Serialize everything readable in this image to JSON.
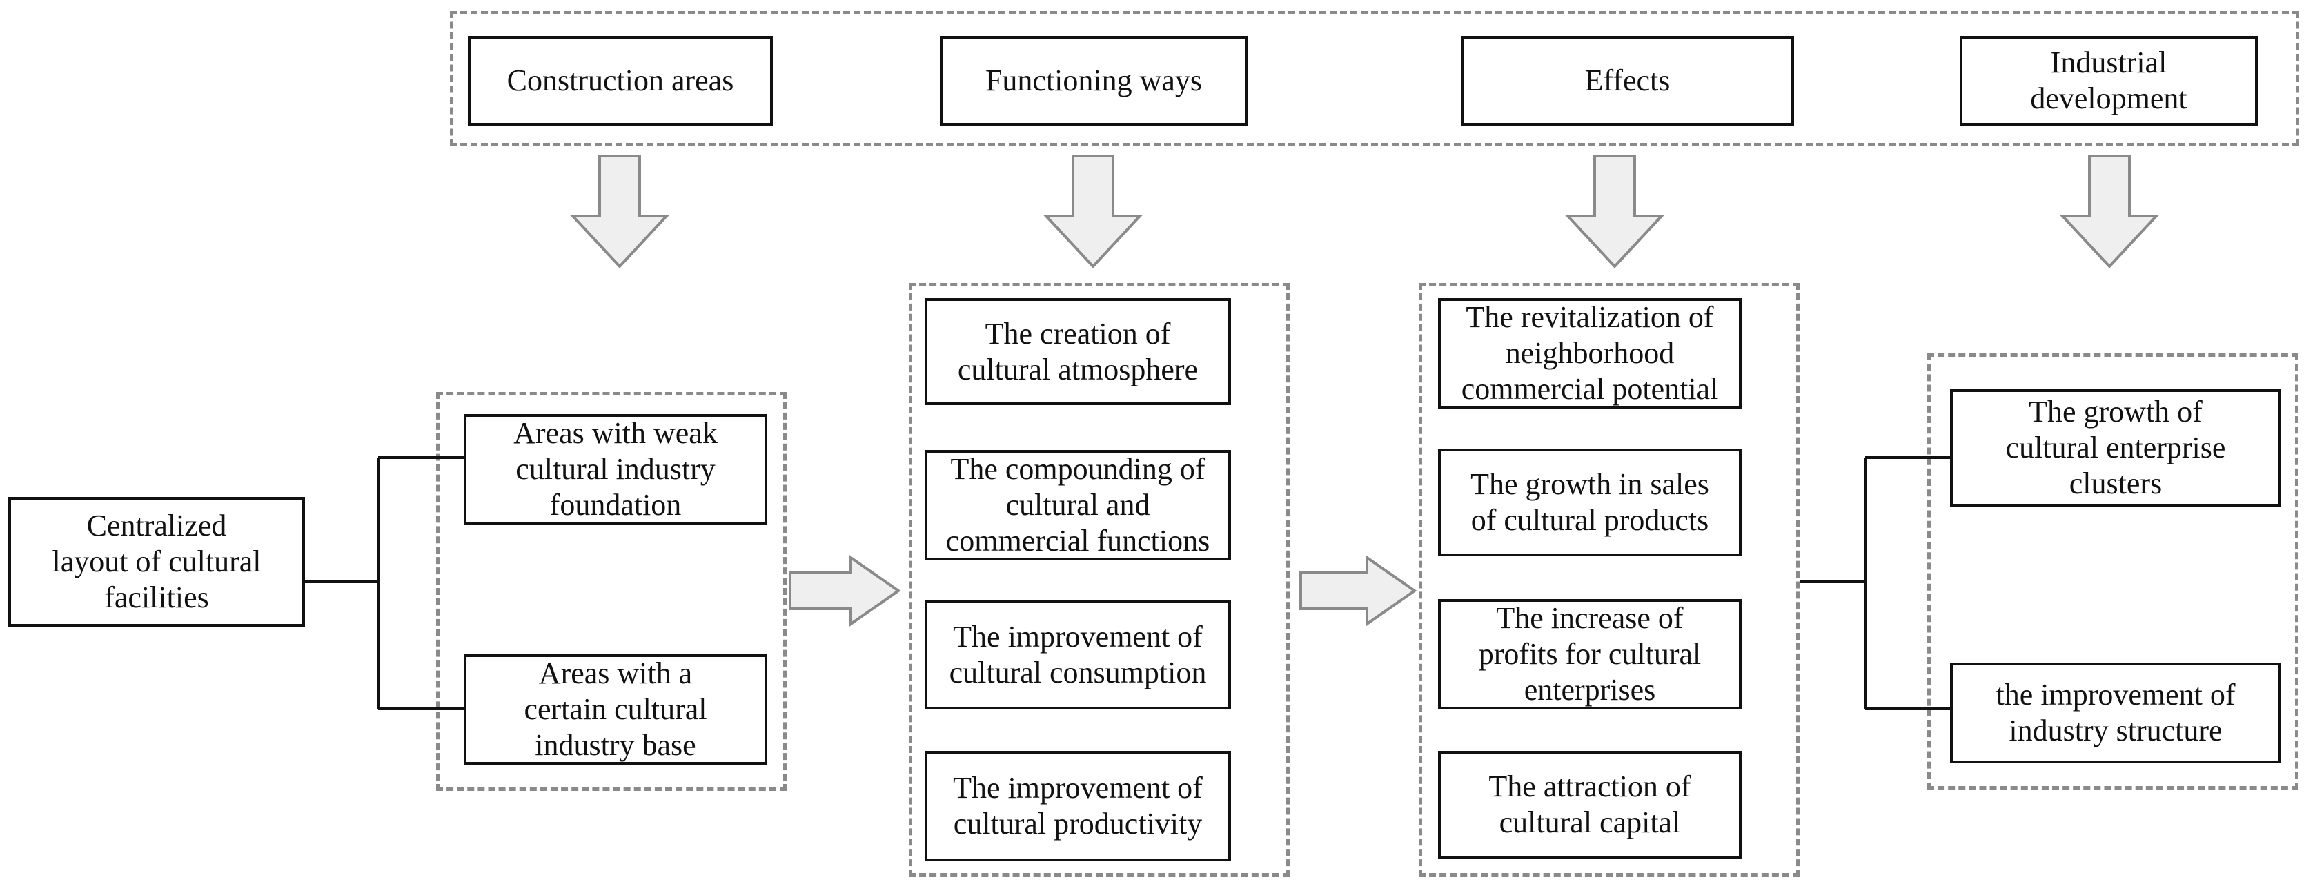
{
  "headers": [
    "Construction areas",
    "Functioning ways",
    "Effects",
    "Industrial\ndevelopment"
  ],
  "root": "Centralized\nlayout of cultural\nfacilities",
  "construction_areas": [
    "Areas with weak\ncultural industry\nfoundation",
    "Areas with a\ncertain cultural\nindustry base"
  ],
  "functioning_ways": [
    "The creation of\ncultural atmosphere",
    "The compounding of\ncultural and\ncommercial functions",
    "The improvement of\ncultural consumption",
    "The improvement of\ncultural productivity"
  ],
  "effects": [
    "The revitalization of\nneighborhood\ncommercial potential",
    "The growth in sales\nof cultural products",
    "The increase of\nprofits for cultural\nenterprises",
    "The attraction of\ncultural capital"
  ],
  "industrial_development": [
    "The growth of\ncultural enterprise\nclusters",
    "the improvement of\nindustry structure"
  ]
}
